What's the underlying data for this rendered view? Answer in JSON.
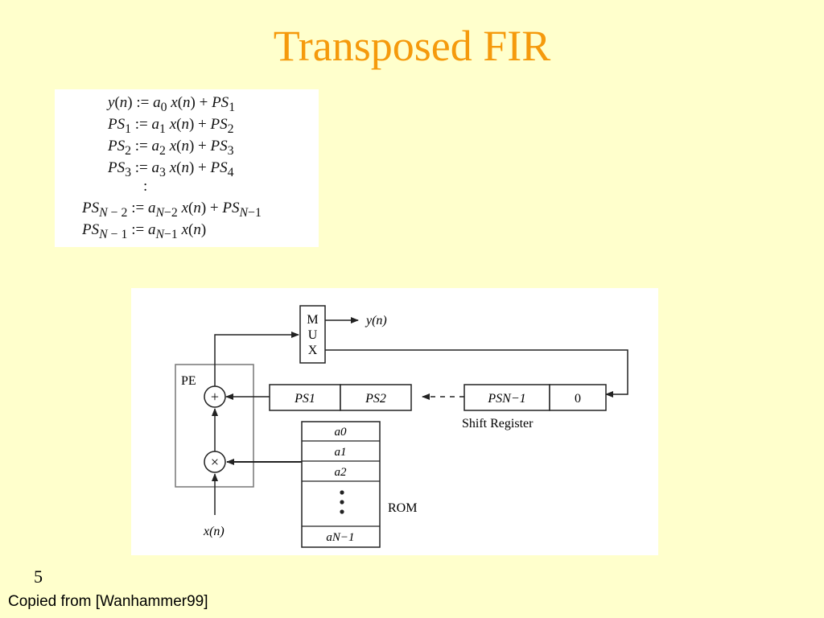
{
  "slide": {
    "title": "Transposed FIR",
    "page_number": "5",
    "credit": "Copied from [Wanhammer99]"
  },
  "equations": [
    {
      "lhs": "y(n)",
      "rhs": "a0 x(n) + PS1"
    },
    {
      "lhs": "PS1",
      "rhs": "a1 x(n) + PS2"
    },
    {
      "lhs": "PS2",
      "rhs": "a2 x(n) + PS3"
    },
    {
      "lhs": "PS3",
      "rhs": "a3 x(n) + PS4"
    },
    {
      "lhs": "",
      "rhs": ":"
    },
    {
      "lhs": "PSN − 2",
      "rhs": "aN−2 x(n) + PSN−1"
    },
    {
      "lhs": "PSN − 1",
      "rhs": "aN−1 x(n)"
    }
  ],
  "diagram": {
    "mux_letters": [
      "M",
      "U",
      "X"
    ],
    "output_label": "y(n)",
    "input_label": "x(n)",
    "pe_label": "PE",
    "adder_symbol": "+",
    "multiplier_symbol": "×",
    "shift_register": {
      "cells": [
        "PS1",
        "PS2",
        "PSN−1",
        "0"
      ],
      "label": "Shift Register"
    },
    "rom": {
      "cells": [
        "a0",
        "a1",
        "a2",
        "aN−1"
      ],
      "label": "ROM"
    }
  }
}
